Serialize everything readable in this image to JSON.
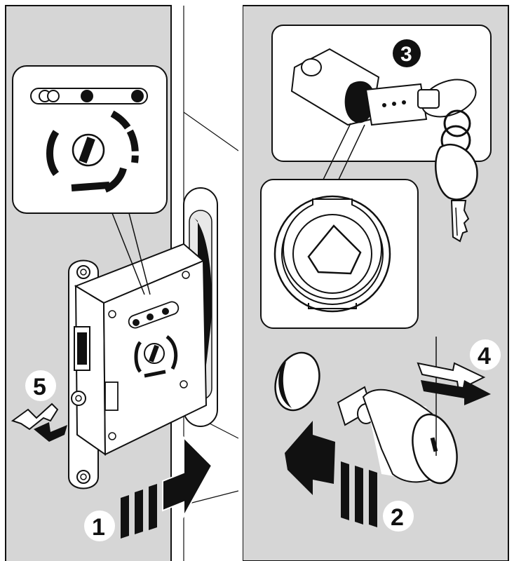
{
  "diagram": {
    "colors": {
      "panel": "#d6d6d6",
      "line": "#111111",
      "white": "#ffffff",
      "dark": "#111111"
    },
    "steps": {
      "step1": "1",
      "step2": "2",
      "step3": "3",
      "step4": "4",
      "step5": "5"
    },
    "icons": [
      "mortise-lock-icon",
      "lock-cylinder-icon",
      "key-icon",
      "cylinder-cap-icon",
      "press-arrow-icon",
      "rotate-arrow-icon"
    ]
  }
}
